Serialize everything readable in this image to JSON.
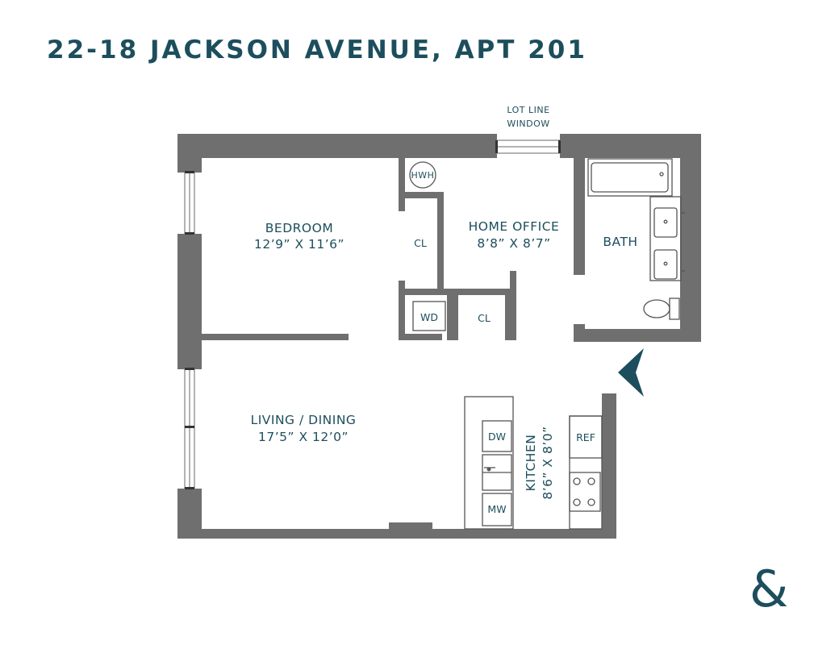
{
  "title": "22-18 JACKSON AVENUE, APT 201",
  "colors": {
    "accent": "#1c4e5d",
    "wall": "#6f6f6f",
    "fixture_line": "#555555"
  },
  "annotations": {
    "lot_line_window": [
      "LOT LINE",
      "WINDOW"
    ]
  },
  "rooms": {
    "bedroom": {
      "name": "BEDROOM",
      "dims": "12’9” X 11’6”"
    },
    "home_office": {
      "name": "HOME OFFICE",
      "dims": "8’8” X 8’7”"
    },
    "bath": {
      "name": "BATH"
    },
    "living_dining": {
      "name": "LIVING / DINING",
      "dims": "17’5” X 12’0”"
    },
    "kitchen": {
      "name": "KITCHEN",
      "dims": "8’6” X 8’0”"
    }
  },
  "fixtures": {
    "hwh": "HWH",
    "bedroom_closet": "CL",
    "hall_closet": "CL",
    "washer_dryer": "WD",
    "dishwasher": "DW",
    "microwave": "MW",
    "refrigerator": "REF"
  },
  "icons": [
    "entry-arrow-icon",
    "ampersand-logo"
  ],
  "logo": "&"
}
